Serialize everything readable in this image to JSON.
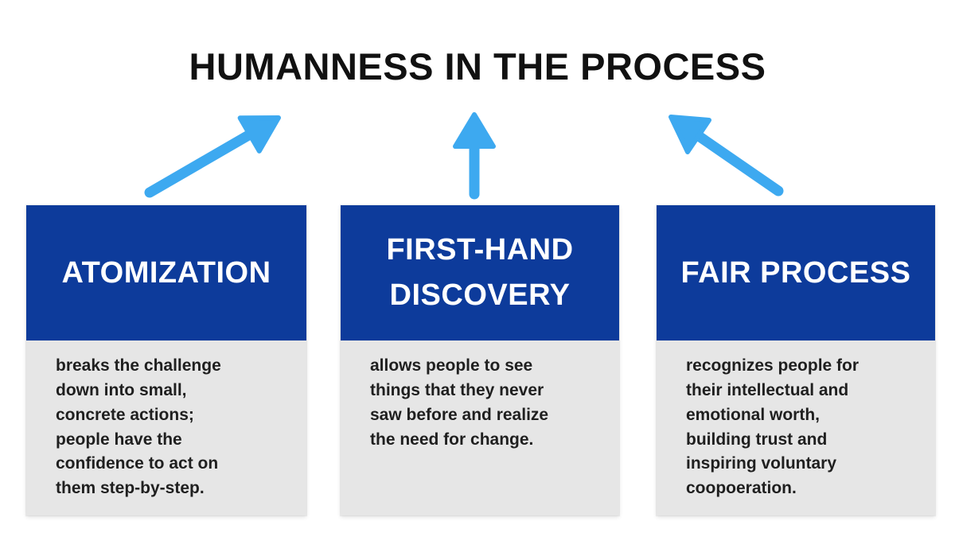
{
  "title": "HUMANNESS IN THE PROCESS",
  "colors": {
    "header_bg": "#0d3b9b",
    "body_bg": "#e6e6e6",
    "arrow": "#3da9f0",
    "title_text": "#111111",
    "header_text": "#ffffff",
    "body_text": "#1f1f1f",
    "page_bg": "#ffffff"
  },
  "cards": [
    {
      "heading": "ATOMIZATION",
      "description": "breaks the challenge\ndown into small,\nconcrete actions;\npeople have the\nconfidence to act on\nthem step-by-step."
    },
    {
      "heading": "FIRST-HAND DISCOVERY",
      "description": "allows people to see\nthings that they never\nsaw before and realize\nthe need for change."
    },
    {
      "heading": "FAIR PROCESS",
      "description": "recognizes people for\ntheir intellectual and\nemotional worth,\nbuilding trust and\ninspiring voluntary\ncoopoeration."
    }
  ],
  "arrows": [
    {
      "name": "up-right-arrow"
    },
    {
      "name": "up-arrow"
    },
    {
      "name": "up-left-arrow"
    }
  ]
}
